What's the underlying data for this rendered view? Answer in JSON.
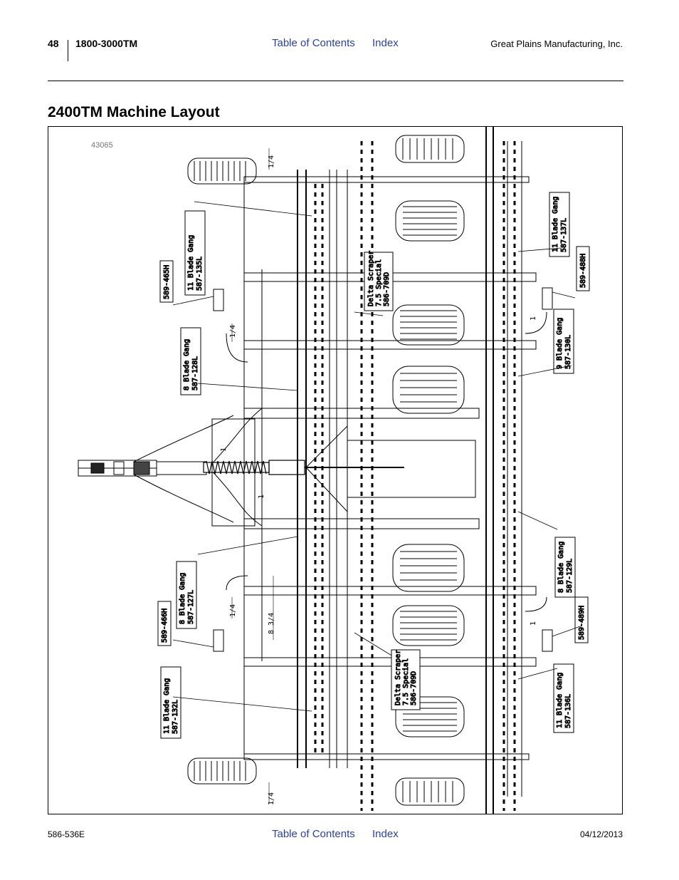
{
  "header": {
    "page_number": "48",
    "model": "1800-3000TM",
    "toc_label": "Table of Contents",
    "index_label": "Index",
    "company": "Great Plains Manufacturing, Inc."
  },
  "section": {
    "title": "2400TM Machine Layout"
  },
  "figure": {
    "number": "43065",
    "callouts": {
      "c1": [
        "11  Blade  Gang",
        "587-135L"
      ],
      "c2": [
        "589-465H"
      ],
      "c3": [
        "8  Blade  Gang",
        "587-128L"
      ],
      "c4": [
        "8  Blade  Gang",
        "587-127L"
      ],
      "c5": [
        "589-466H"
      ],
      "c6": [
        "11  Blade  Gang",
        "587-132L"
      ],
      "c7": [
        "Delta  Scraper",
        "7.5  Special",
        "586-709D"
      ],
      "c8": [
        "Delta  Scraper",
        "7.5  Special",
        "586-709D"
      ],
      "c9": [
        "11  Blade  Gang",
        "587-137L"
      ],
      "c10": [
        "589-488H"
      ],
      "c11": [
        "9  Blade  Gang",
        "587-130L"
      ],
      "c12": [
        "8  Blade  Gang",
        "587-129L"
      ],
      "c13": [
        "589-489H"
      ],
      "c14": [
        "11  Blade  Gang",
        "587-136L"
      ]
    },
    "dims": {
      "quarter": "1/4",
      "one": "1",
      "eight_three_quarter": "8  3/4"
    }
  },
  "footer": {
    "doc_number": "586-536E",
    "toc_label": "Table of Contents",
    "index_label": "Index",
    "date": "04/12/2013"
  }
}
